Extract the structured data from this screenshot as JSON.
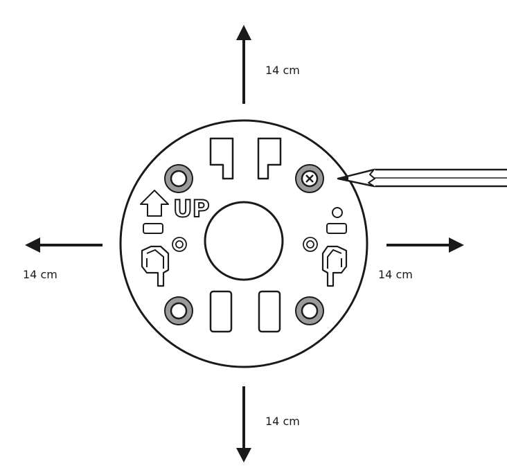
{
  "labels": {
    "top_distance": "14 cm",
    "left_distance": "14 cm",
    "right_distance": "14 cm",
    "bottom_distance": "14 cm",
    "up_marker": "UP"
  },
  "colors": {
    "stroke": "#1a1a1a",
    "screw_ring": "#9a9a9a",
    "background": "#ffffff"
  }
}
